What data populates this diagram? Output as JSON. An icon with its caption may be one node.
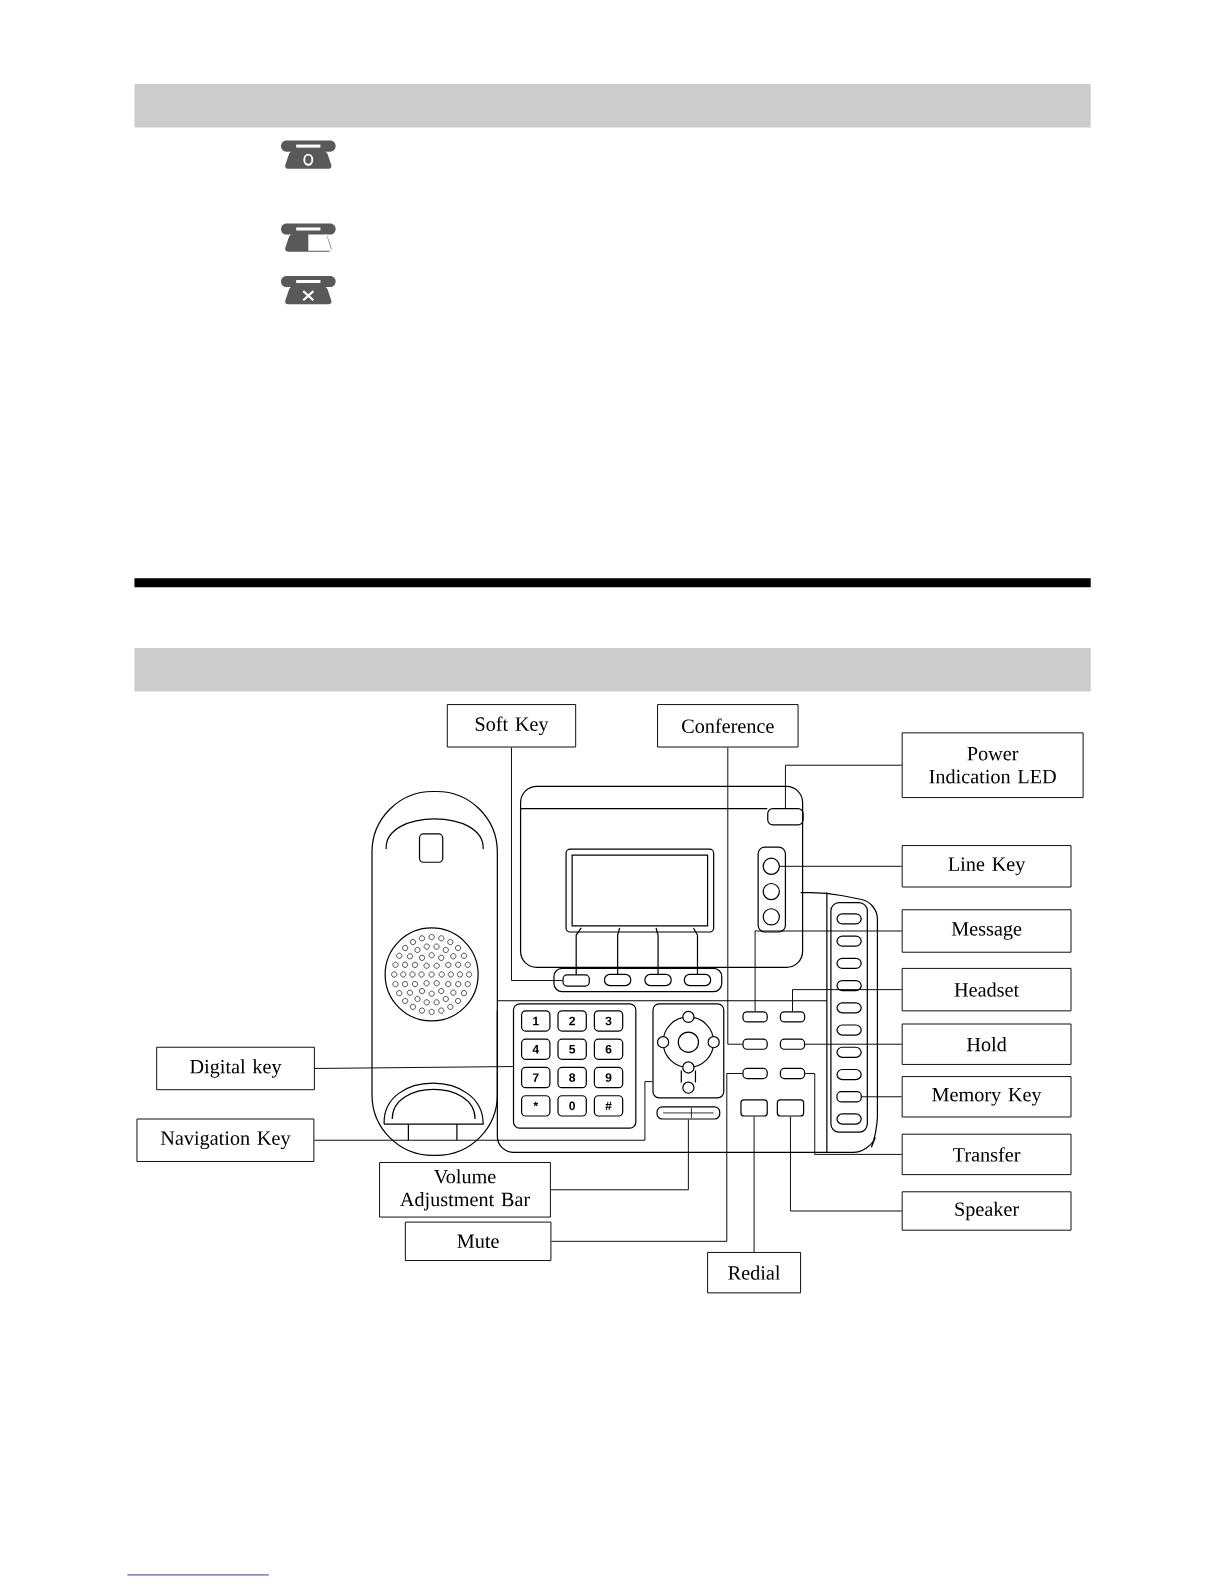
{
  "diagram": {
    "nodes": [
      {
        "text": [
          "Soft Key"
        ]
      },
      {
        "text": [
          "Conference"
        ]
      },
      {
        "text": [
          "Power Indication LED"
        ]
      },
      {
        "text": [
          "Line Key"
        ]
      },
      {
        "text": [
          "Message"
        ]
      },
      {
        "text": [
          "Headset"
        ]
      },
      {
        "text": [
          "Digital key"
        ]
      },
      {
        "text": [
          "Hold"
        ]
      },
      {
        "text": [
          "Memory Key"
        ]
      },
      {
        "text": [
          "Navigation Key"
        ]
      },
      {
        "text": [
          "Transfer"
        ]
      },
      {
        "text": [
          "Volume Adjustment Bar"
        ]
      },
      {
        "text": [
          "Speaker"
        ]
      },
      {
        "text": [
          "Mute"
        ]
      },
      {
        "text": [
          "Redial"
        ]
      },
      {
        "text": [],
        "shape": "box"
      },
      {
        "text": [],
        "shape": "box"
      },
      {
        "text": [],
        "shape": "box"
      },
      {
        "text": [],
        "shape": "circle"
      },
      {
        "text": [],
        "shape": "box"
      },
      {
        "text": [],
        "shape": "box"
      },
      {
        "text": [],
        "shape": "box"
      },
      {
        "text": [],
        "shape": "box"
      },
      {
        "text": [],
        "shape": "box"
      },
      {
        "text": [],
        "shape": "box"
      },
      {
        "text": [],
        "shape": "box"
      },
      {
        "text": [],
        "shape": "box"
      },
      {
        "text": [],
        "shape": "box"
      },
      {
        "text": [],
        "shape": "box"
      },
      {
        "text": [],
        "shape": "box"
      }
    ],
    "edges": [
      {
        "from": 0,
        "to": 15,
        "arrow": "none"
      },
      {
        "from": 1,
        "to": 16,
        "arrow": "none"
      },
      {
        "from": 2,
        "to": 17,
        "arrow": "none"
      },
      {
        "from": 3,
        "to": 18,
        "arrow": "none"
      },
      {
        "from": 4,
        "to": 19,
        "arrow": "none"
      },
      {
        "from": 5,
        "to": 20,
        "arrow": "none"
      },
      {
        "from": 6,
        "to": 21,
        "arrow": "none"
      },
      {
        "from": 7,
        "to": 22,
        "arrow": "none"
      },
      {
        "from": 8,
        "to": 23,
        "arrow": "none"
      },
      {
        "from": 9,
        "to": 24,
        "arrow": "none"
      },
      {
        "from": 10,
        "to": 25,
        "arrow": "none"
      },
      {
        "from": 11,
        "to": 26,
        "arrow": "none"
      },
      {
        "from": 12,
        "to": 27,
        "arrow": "none"
      },
      {
        "from": 13,
        "to": 28,
        "arrow": "none"
      },
      {
        "from": 14,
        "to": 29,
        "arrow": "none"
      }
    ],
    "labels": [
      "1",
      "2",
      "3",
      "4",
      "5",
      "6",
      "7",
      "8",
      "9",
      "*",
      "0",
      "#"
    ]
  }
}
